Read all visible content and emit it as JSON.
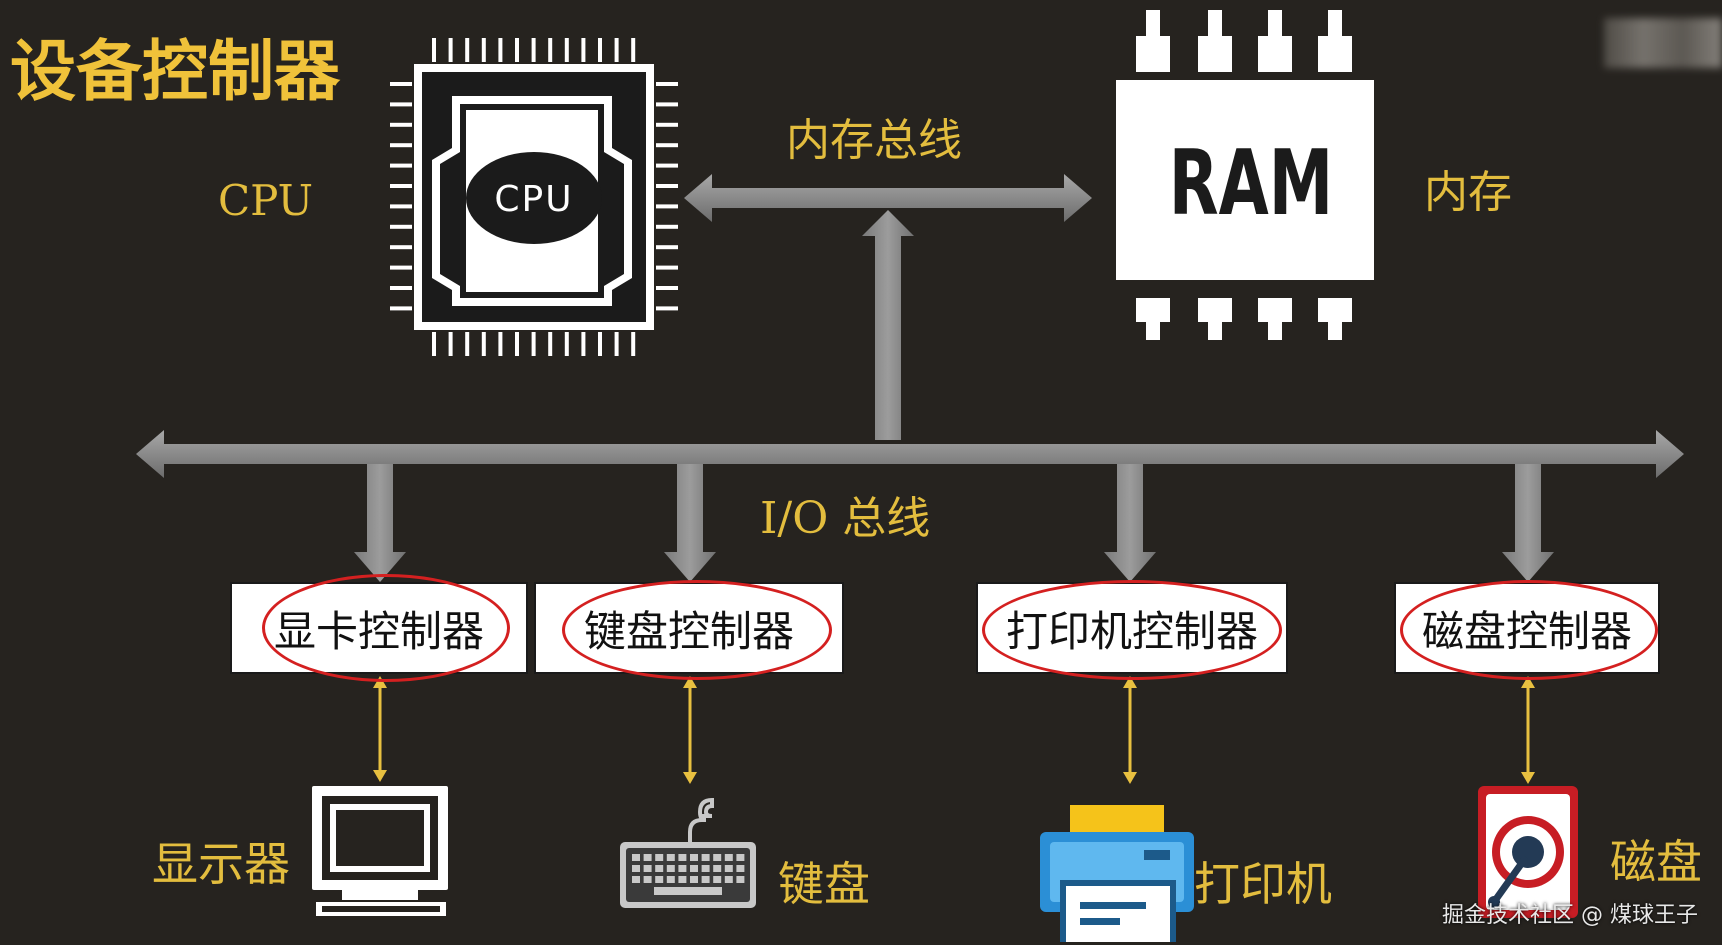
{
  "title": "设备控制器",
  "labels": {
    "cpu_side": "CPU",
    "cpu_chip": "CPU",
    "ram_chip": "RAM",
    "memory": "内存",
    "memory_bus": "内存总线",
    "io_bus": "I/O 总线"
  },
  "controllers": [
    {
      "label": "显卡控制器",
      "device": "显示器"
    },
    {
      "label": "键盘控制器",
      "device": "键盘"
    },
    {
      "label": "打印机控制器",
      "device": "打印机"
    },
    {
      "label": "磁盘控制器",
      "device": "磁盘"
    }
  ],
  "watermark": "掘金技术社区 @ 煤球王子",
  "colors": {
    "background": "#26231f",
    "label_gold": "#e3bd3e",
    "bus_gray": "#8c8c8c",
    "connector_yellow": "#e8c040",
    "highlight_red": "#d42020"
  }
}
